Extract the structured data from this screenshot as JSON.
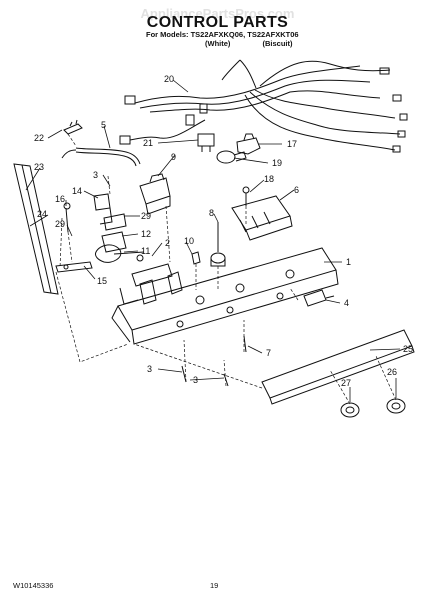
{
  "header": {
    "watermark": "AppliancePartsPros.com",
    "title": "CONTROL PARTS",
    "models_line": "For Models: TS22AFXKQ06, TS22AFXKT06",
    "variant_white": "(White)",
    "variant_biscuit": "(Biscuit)"
  },
  "callouts": {
    "c1": "1",
    "c2": "2",
    "c3a": "3",
    "c3b": "3",
    "c3c": "3",
    "c4": "4",
    "c5": "5",
    "c6": "6",
    "c7": "7",
    "c8": "8",
    "c9": "9",
    "c10": "10",
    "c11": "11",
    "c12": "12",
    "c14": "14",
    "c15": "15",
    "c16": "16",
    "c17": "17",
    "c18": "18",
    "c19": "19",
    "c20": "20",
    "c21": "21",
    "c22": "22",
    "c23": "23",
    "c24": "24",
    "c25": "25",
    "c26": "26",
    "c27": "27",
    "c29a": "29",
    "c29b": "29"
  },
  "footer": {
    "doc_number": "W10145336",
    "page_number": "19"
  }
}
